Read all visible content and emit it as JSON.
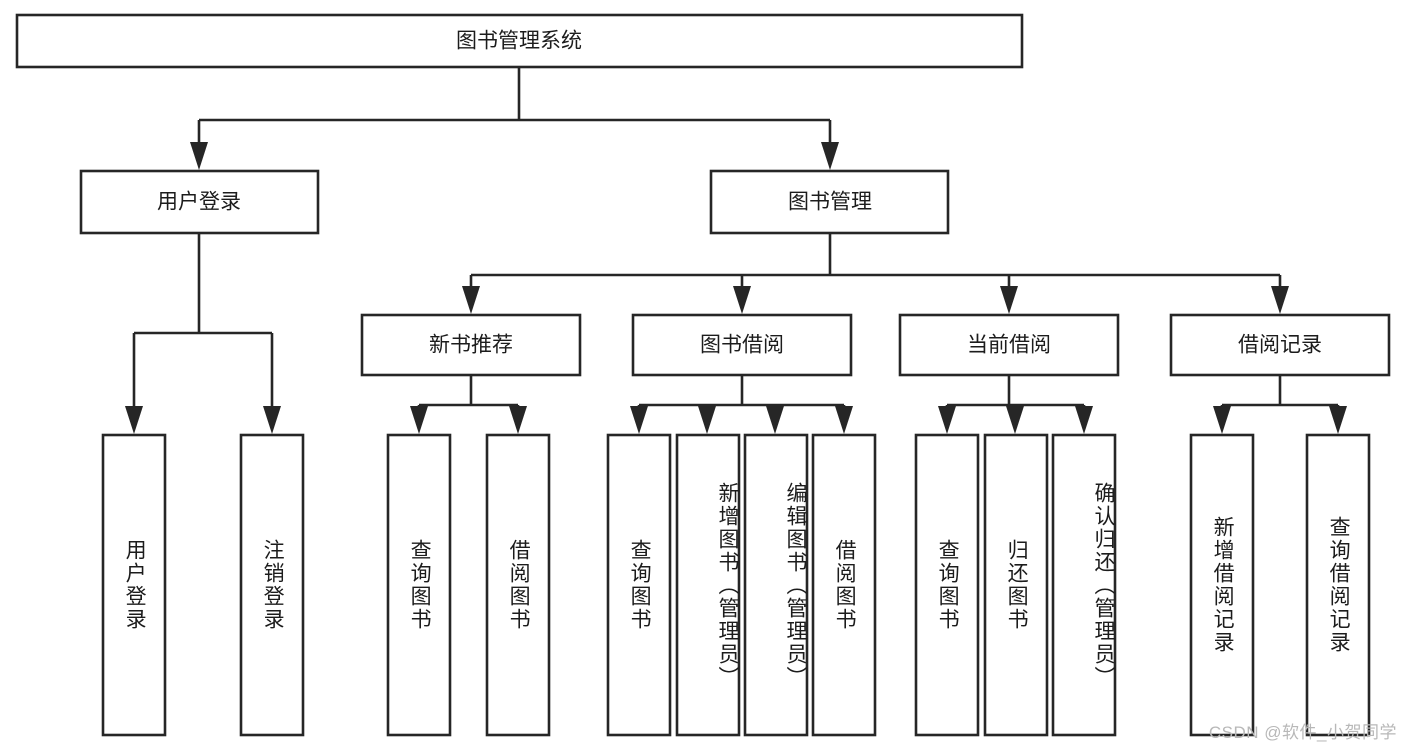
{
  "diagram": {
    "title": "图书管理系统",
    "type": "tree-hierarchy-chart",
    "watermark": "CSDN @软件_小贺同学",
    "colors": {
      "stroke": "#262626",
      "fill": "#ffffff",
      "text": "#1c1c1c",
      "watermark": "#b8b8b8"
    },
    "root": {
      "label": "图书管理系统",
      "orientation": "horizontal"
    },
    "level1": [
      {
        "label": "用户登录",
        "orientation": "horizontal"
      },
      {
        "label": "图书管理",
        "orientation": "horizontal"
      }
    ],
    "level2": [
      {
        "label": "新书推荐",
        "orientation": "horizontal"
      },
      {
        "label": "图书借阅",
        "orientation": "horizontal"
      },
      {
        "label": "当前借阅",
        "orientation": "horizontal"
      },
      {
        "label": "借阅记录",
        "orientation": "horizontal"
      }
    ],
    "leaves": {
      "user_login": [
        {
          "label": "用户登录",
          "orientation": "vertical"
        },
        {
          "label": "注销登录",
          "orientation": "vertical"
        }
      ],
      "new_book_recommend": [
        {
          "label": "查询图书",
          "orientation": "vertical"
        },
        {
          "label": "借阅图书",
          "orientation": "vertical"
        }
      ],
      "book_borrow": [
        {
          "label": "查询图书",
          "orientation": "vertical"
        },
        {
          "label": "新增图书（管理员）",
          "orientation": "vertical"
        },
        {
          "label": "编辑图书（管理员）",
          "orientation": "vertical"
        },
        {
          "label": "借阅图书",
          "orientation": "vertical"
        }
      ],
      "current_borrow": [
        {
          "label": "查询图书",
          "orientation": "vertical"
        },
        {
          "label": "归还图书",
          "orientation": "vertical"
        },
        {
          "label": "确认归还（管理员）",
          "orientation": "vertical"
        }
      ],
      "borrow_record": [
        {
          "label": "新增借阅记录",
          "orientation": "vertical"
        },
        {
          "label": "查询借阅记录",
          "orientation": "vertical"
        }
      ]
    }
  }
}
